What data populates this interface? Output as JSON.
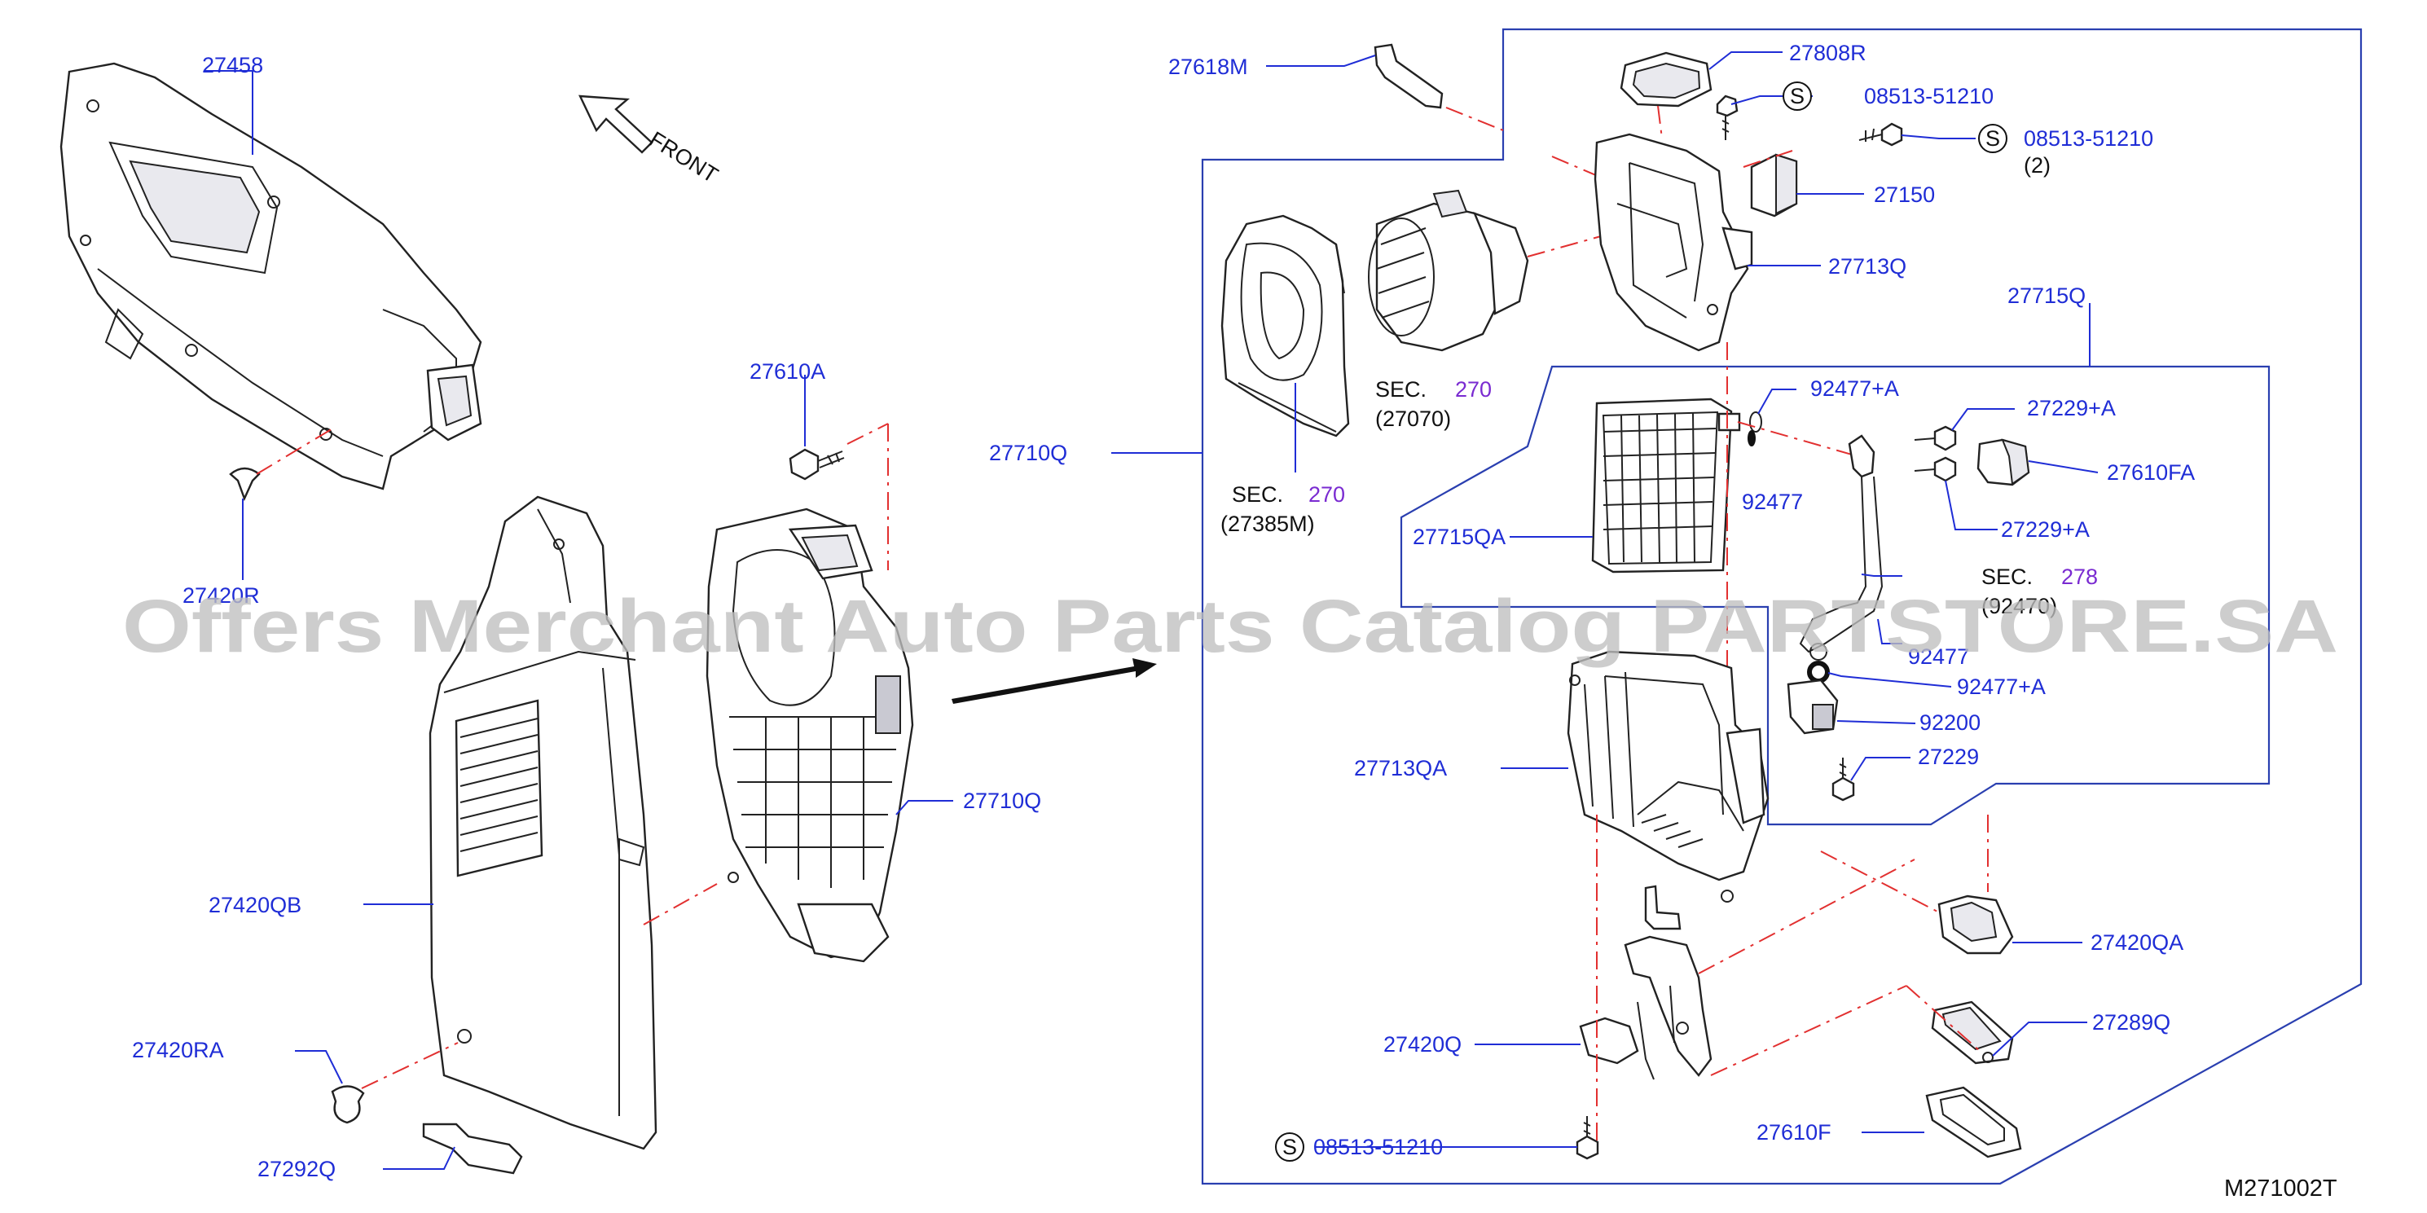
{
  "watermark": "Offers Merchant Auto Parts Catalog PARTSTORE.SA",
  "diagram_code": "M271002T",
  "front_label": "FRONT",
  "labels": {
    "p27458": "27458",
    "p27420R": "27420R",
    "p27610A": "27610A",
    "p27710Q_left": "27710Q",
    "p27420QB": "27420QB",
    "p27420RA": "27420RA",
    "p27292Q": "27292Q",
    "p27618M": "27618M",
    "p27808R": "27808R",
    "p08513_a": "08513-51210",
    "p08513_b": "08513-51210",
    "p08513_b_qty": "(2)",
    "p27150": "27150",
    "p27713Q": "27713Q",
    "p27715Q": "27715Q",
    "p27710Q_right": "27710Q",
    "p92477A_top": "92477+A",
    "p27229A_top": "27229+A",
    "p27610FA": "27610FA",
    "p27229A_bottom": "27229+A",
    "p92477_mid": "92477",
    "p27715QA": "27715QA",
    "p92477_low": "92477",
    "p92477A_low": "92477+A",
    "p92200": "92200",
    "p27229": "27229",
    "p27713QA": "27713QA",
    "p27420QA": "27420QA",
    "p27289Q": "27289Q",
    "p27420Q": "27420Q",
    "p27610F": "27610F",
    "p08513_c": "08513-51210",
    "s_mark": "S"
  },
  "sec_refs": {
    "sec_word": "SEC.",
    "blower": {
      "number": "270",
      "ref": "(27070)"
    },
    "scroll": {
      "number": "270",
      "ref": "(27385M)"
    },
    "pipe": {
      "number": "278",
      "ref": "(92470)"
    }
  }
}
